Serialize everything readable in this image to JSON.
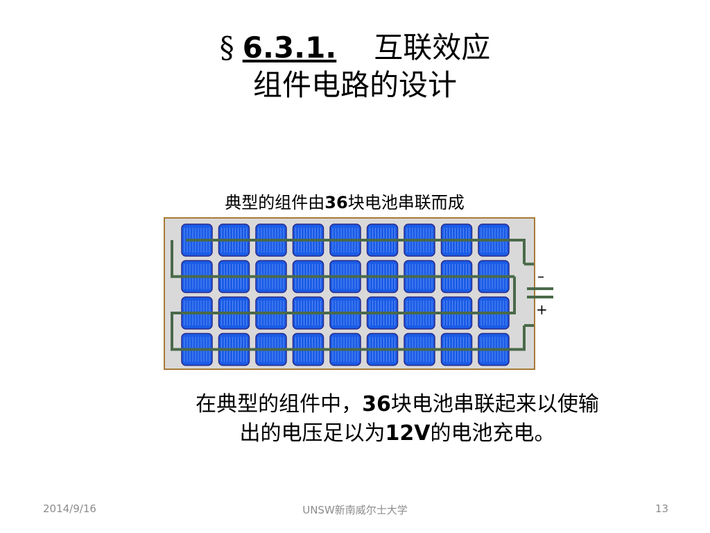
{
  "title": {
    "section_mark": "§",
    "number": "6.3.1.",
    "heading": "互联效应",
    "subheading": "组件电路的设计"
  },
  "caption": {
    "before": "典型的组件由",
    "number": "36",
    "after": "块电池串联而成"
  },
  "module": {
    "rows": 4,
    "cols": 9,
    "cell_color": "#1a5ce6",
    "cell_edge_color": "#2a2a8a",
    "wire_color": "#4a6a4a",
    "frame_color": "#a77a36",
    "terminal_negative": "–",
    "terminal_positive": "+"
  },
  "description": {
    "line1_before": "在典型的组件中，",
    "line1_number": "36",
    "line1_after": "块电池串联起来以使输",
    "line2_before": "出的电压足以为",
    "line2_number": "12V",
    "line2_after": "的电池充电。"
  },
  "footer": {
    "date": "2014/9/16",
    "source": "UNSW新南威尔士大学",
    "page": "13"
  }
}
